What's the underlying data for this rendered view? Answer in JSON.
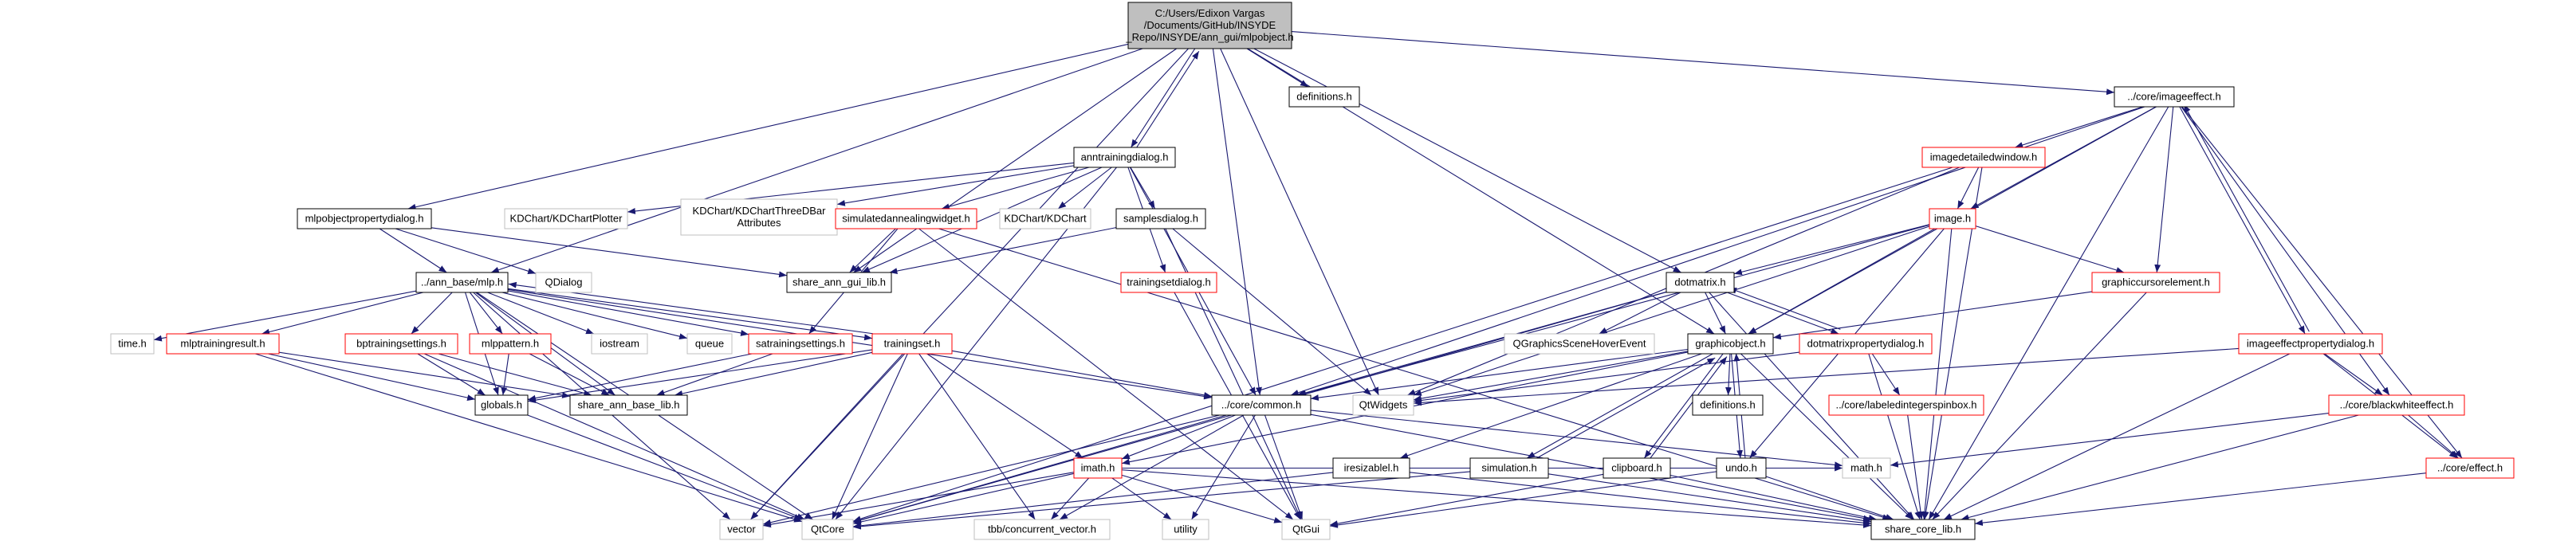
{
  "colors": {
    "edge": "#191970",
    "root_fill": "#bfbfbf",
    "box_black": "#000000",
    "box_red": "#ff0000",
    "box_grey": "#bfbfbf"
  },
  "nodes": [
    {
      "id": "mlpobject_h",
      "lines": [
        "C:/Users/Edixon Vargas",
        "/Documents/GitHub/INSYDE",
        "_Repo/INSYDE/ann_gui/mlpobject.h"
      ],
      "style": "root"
    },
    {
      "id": "definitions_top",
      "lines": [
        "definitions.h"
      ],
      "style": "black"
    },
    {
      "id": "core_imageeffect_h",
      "lines": [
        "../core/imageeffect.h"
      ],
      "style": "black"
    },
    {
      "id": "anntrainingdialog_h",
      "lines": [
        "anntrainingdialog.h"
      ],
      "style": "black"
    },
    {
      "id": "mlpobjectpropertydialog_h",
      "lines": [
        "mlpobjectpropertydialog.h"
      ],
      "style": "black"
    },
    {
      "id": "kdchart_plotter",
      "lines": [
        "KDChart/KDChartPlotter"
      ],
      "style": "grey"
    },
    {
      "id": "kdchart_threed",
      "lines": [
        "KDChart/KDChartThreeDBar",
        "Attributes"
      ],
      "style": "grey"
    },
    {
      "id": "simulatedannealingwidget_h",
      "lines": [
        "simulatedannealingwidget.h"
      ],
      "style": "red"
    },
    {
      "id": "kdchart",
      "lines": [
        "KDChart/KDChart"
      ],
      "style": "grey"
    },
    {
      "id": "samplesdialog_h",
      "lines": [
        "samplesdialog.h"
      ],
      "style": "black"
    },
    {
      "id": "imagedetailedwindow_h",
      "lines": [
        "imagedetailedwindow.h"
      ],
      "style": "red"
    },
    {
      "id": "image_h",
      "lines": [
        "image.h"
      ],
      "style": "red"
    },
    {
      "id": "share_ann_gui_lib_h",
      "lines": [
        "share_ann_gui_lib.h"
      ],
      "style": "black"
    },
    {
      "id": "ann_base_mlp_h",
      "lines": [
        "../ann_base/mlp.h"
      ],
      "style": "black"
    },
    {
      "id": "qdialog",
      "lines": [
        "QDialog"
      ],
      "style": "grey"
    },
    {
      "id": "trainingsetdialog_h",
      "lines": [
        "trainingsetdialog.h"
      ],
      "style": "red"
    },
    {
      "id": "graphiccursorelement_h",
      "lines": [
        "graphiccursorelement.h"
      ],
      "style": "red"
    },
    {
      "id": "dotmatrix_h",
      "lines": [
        "dotmatrix.h"
      ],
      "style": "black"
    },
    {
      "id": "imageeffectpropertydialog_h",
      "lines": [
        "imageeffectpropertydialog.h"
      ],
      "style": "red"
    },
    {
      "id": "time_h",
      "lines": [
        "time.h"
      ],
      "style": "grey"
    },
    {
      "id": "mlptrainingresult_h",
      "lines": [
        "mlptrainingresult.h"
      ],
      "style": "red"
    },
    {
      "id": "bptrainingsettings_h",
      "lines": [
        "bptrainingsettings.h"
      ],
      "style": "red"
    },
    {
      "id": "mlppattern_h",
      "lines": [
        "mlppattern.h"
      ],
      "style": "red"
    },
    {
      "id": "iostream",
      "lines": [
        "iostream"
      ],
      "style": "grey"
    },
    {
      "id": "queue",
      "lines": [
        "queue"
      ],
      "style": "grey"
    },
    {
      "id": "satrainingsettings_h",
      "lines": [
        "satrainingsettings.h"
      ],
      "style": "red"
    },
    {
      "id": "trainingset_h",
      "lines": [
        "trainingset.h"
      ],
      "style": "red"
    },
    {
      "id": "qgraphicsscenehoverevent",
      "lines": [
        "QGraphicsSceneHoverEvent"
      ],
      "style": "grey"
    },
    {
      "id": "graphicobject_h",
      "lines": [
        "graphicobject.h"
      ],
      "style": "black"
    },
    {
      "id": "dotmatrixpropertydialog_h",
      "lines": [
        "dotmatrixpropertydialog.h"
      ],
      "style": "red"
    },
    {
      "id": "globals_h",
      "lines": [
        "globals.h"
      ],
      "style": "black"
    },
    {
      "id": "share_ann_base_lib_h",
      "lines": [
        "share_ann_base_lib.h"
      ],
      "style": "black"
    },
    {
      "id": "core_common_h",
      "lines": [
        "../core/common.h"
      ],
      "style": "black"
    },
    {
      "id": "qtwidgets",
      "lines": [
        "QtWidgets"
      ],
      "style": "grey"
    },
    {
      "id": "definitions_mid",
      "lines": [
        "definitions.h"
      ],
      "style": "black"
    },
    {
      "id": "core_labeledintegerspinbox_h",
      "lines": [
        "../core/labeledintegerspinbox.h"
      ],
      "style": "red"
    },
    {
      "id": "core_blackwhiteeffect_h",
      "lines": [
        "../core/blackwhiteeffect.h"
      ],
      "style": "red"
    },
    {
      "id": "imath_h",
      "lines": [
        "imath.h"
      ],
      "style": "red"
    },
    {
      "id": "iresizablel_h",
      "lines": [
        "iresizablel.h"
      ],
      "style": "black"
    },
    {
      "id": "simulation_h",
      "lines": [
        "simulation.h"
      ],
      "style": "black"
    },
    {
      "id": "clipboard_h",
      "lines": [
        "clipboard.h"
      ],
      "style": "black"
    },
    {
      "id": "undo_h",
      "lines": [
        "undo.h"
      ],
      "style": "black"
    },
    {
      "id": "math_h",
      "lines": [
        "math.h"
      ],
      "style": "grey"
    },
    {
      "id": "core_effect_h",
      "lines": [
        "../core/effect.h"
      ],
      "style": "red"
    },
    {
      "id": "vector",
      "lines": [
        "vector"
      ],
      "style": "grey"
    },
    {
      "id": "qtcore",
      "lines": [
        "QtCore"
      ],
      "style": "grey"
    },
    {
      "id": "tbb_concurrent_vector_h",
      "lines": [
        "tbb/concurrent_vector.h"
      ],
      "style": "grey"
    },
    {
      "id": "utility",
      "lines": [
        "utility"
      ],
      "style": "grey"
    },
    {
      "id": "qtgui",
      "lines": [
        "QtGui"
      ],
      "style": "grey"
    },
    {
      "id": "share_core_lib_h",
      "lines": [
        "share_core_lib.h"
      ],
      "style": "black"
    }
  ],
  "edges": [
    [
      "mlpobject_h",
      "definitions_top"
    ],
    [
      "mlpobject_h",
      "core_imageeffect_h"
    ],
    [
      "mlpobject_h",
      "anntrainingdialog_h"
    ],
    [
      "mlpobject_h",
      "mlpobjectpropertydialog_h"
    ],
    [
      "mlpobject_h",
      "ann_base_mlp_h"
    ],
    [
      "mlpobject_h",
      "vector"
    ],
    [
      "mlpobject_h",
      "core_common_h"
    ],
    [
      "mlpobject_h",
      "qtwidgets"
    ],
    [
      "mlpobject_h",
      "graphicobject_h"
    ],
    [
      "mlpobject_h",
      "dotmatrix_h"
    ],
    [
      "mlpobject_h",
      "share_ann_gui_lib_h"
    ],
    [
      "anntrainingdialog_h",
      "mlpobject_h"
    ],
    [
      "anntrainingdialog_h",
      "kdchart_plotter"
    ],
    [
      "anntrainingdialog_h",
      "kdchart_threed"
    ],
    [
      "anntrainingdialog_h",
      "simulatedannealingwidget_h"
    ],
    [
      "anntrainingdialog_h",
      "kdchart"
    ],
    [
      "anntrainingdialog_h",
      "samplesdialog_h"
    ],
    [
      "anntrainingdialog_h",
      "trainingsetdialog_h"
    ],
    [
      "anntrainingdialog_h",
      "share_ann_gui_lib_h"
    ],
    [
      "anntrainingdialog_h",
      "core_common_h"
    ],
    [
      "anntrainingdialog_h",
      "qtcore"
    ],
    [
      "mlpobjectpropertydialog_h",
      "qdialog"
    ],
    [
      "mlpobjectpropertydialog_h",
      "share_ann_gui_lib_h"
    ],
    [
      "mlpobjectpropertydialog_h",
      "ann_base_mlp_h"
    ],
    [
      "simulatedannealingwidget_h",
      "share_ann_gui_lib_h"
    ],
    [
      "simulatedannealingwidget_h",
      "satrainingsettings_h"
    ],
    [
      "simulatedannealingwidget_h",
      "qtgui"
    ],
    [
      "simulatedannealingwidget_h",
      "share_core_lib_h"
    ],
    [
      "samplesdialog_h",
      "share_ann_gui_lib_h"
    ],
    [
      "samplesdialog_h",
      "qtwidgets"
    ],
    [
      "samplesdialog_h",
      "qtgui"
    ],
    [
      "trainingsetdialog_h",
      "qtgui"
    ],
    [
      "ann_base_mlp_h",
      "time_h"
    ],
    [
      "ann_base_mlp_h",
      "mlptrainingresult_h"
    ],
    [
      "ann_base_mlp_h",
      "bptrainingsettings_h"
    ],
    [
      "ann_base_mlp_h",
      "mlppattern_h"
    ],
    [
      "ann_base_mlp_h",
      "iostream"
    ],
    [
      "ann_base_mlp_h",
      "queue"
    ],
    [
      "ann_base_mlp_h",
      "satrainingsettings_h"
    ],
    [
      "ann_base_mlp_h",
      "trainingset_h"
    ],
    [
      "ann_base_mlp_h",
      "globals_h"
    ],
    [
      "ann_base_mlp_h",
      "share_ann_base_lib_h"
    ],
    [
      "ann_base_mlp_h",
      "vector"
    ],
    [
      "ann_base_mlp_h",
      "qtcore"
    ],
    [
      "ann_base_mlp_h",
      "core_common_h"
    ],
    [
      "mlptrainingresult_h",
      "globals_h"
    ],
    [
      "mlptrainingresult_h",
      "share_ann_base_lib_h"
    ],
    [
      "mlptrainingresult_h",
      "qtcore"
    ],
    [
      "bptrainingsettings_h",
      "globals_h"
    ],
    [
      "bptrainingsettings_h",
      "share_ann_base_lib_h"
    ],
    [
      "bptrainingsettings_h",
      "qtcore"
    ],
    [
      "mlppattern_h",
      "globals_h"
    ],
    [
      "mlppattern_h",
      "share_ann_base_lib_h"
    ],
    [
      "satrainingsettings_h",
      "globals_h"
    ],
    [
      "satrainingsettings_h",
      "share_ann_base_lib_h"
    ],
    [
      "trainingset_h",
      "ann_base_mlp_h"
    ],
    [
      "trainingset_h",
      "globals_h"
    ],
    [
      "trainingset_h",
      "share_ann_base_lib_h"
    ],
    [
      "trainingset_h",
      "core_common_h"
    ],
    [
      "trainingset_h",
      "imath_h"
    ],
    [
      "trainingset_h",
      "vector"
    ],
    [
      "trainingset_h",
      "qtcore"
    ],
    [
      "trainingset_h",
      "tbb_concurrent_vector_h"
    ],
    [
      "globals_h",
      "qtcore"
    ],
    [
      "core_imageeffect_h",
      "imagedetailedwindow_h"
    ],
    [
      "core_imageeffect_h",
      "image_h"
    ],
    [
      "core_imageeffect_h",
      "graphiccursorelement_h"
    ],
    [
      "core_imageeffect_h",
      "imageeffectpropertydialog_h"
    ],
    [
      "core_imageeffect_h",
      "core_blackwhiteeffect_h"
    ],
    [
      "core_imageeffect_h",
      "core_effect_h"
    ],
    [
      "core_imageeffect_h",
      "share_core_lib_h"
    ],
    [
      "core_imageeffect_h",
      "core_common_h"
    ],
    [
      "core_imageeffect_h",
      "graphicobject_h"
    ],
    [
      "imagedetailedwindow_h",
      "image_h"
    ],
    [
      "imagedetailedwindow_h",
      "qtcore"
    ],
    [
      "imagedetailedwindow_h",
      "share_core_lib_h"
    ],
    [
      "imagedetailedwindow_h",
      "qtwidgets"
    ],
    [
      "image_h",
      "graphiccursorelement_h"
    ],
    [
      "image_h",
      "dotmatrix_h"
    ],
    [
      "image_h",
      "graphicobject_h"
    ],
    [
      "image_h",
      "core_common_h"
    ],
    [
      "image_h",
      "qtwidgets"
    ],
    [
      "image_h",
      "share_core_lib_h"
    ],
    [
      "image_h",
      "undo_h"
    ],
    [
      "graphiccursorelement_h",
      "graphicobject_h"
    ],
    [
      "graphiccursorelement_h",
      "share_core_lib_h"
    ],
    [
      "imageeffectpropertydialog_h",
      "core_imageeffect_h"
    ],
    [
      "imageeffectpropertydialog_h",
      "core_blackwhiteeffect_h"
    ],
    [
      "imageeffectpropertydialog_h",
      "core_effect_h"
    ],
    [
      "imageeffectpropertydialog_h",
      "qtwidgets"
    ],
    [
      "imageeffectpropertydialog_h",
      "share_core_lib_h"
    ],
    [
      "dotmatrix_h",
      "qgraphicsscenehoverevent"
    ],
    [
      "dotmatrix_h",
      "graphicobject_h"
    ],
    [
      "dotmatrix_h",
      "dotmatrixpropertydialog_h"
    ],
    [
      "dotmatrix_h",
      "core_common_h"
    ],
    [
      "dotmatrix_h",
      "qtcore"
    ],
    [
      "dotmatrix_h",
      "share_core_lib_h"
    ],
    [
      "dotmatrixpropertydialog_h",
      "dotmatrix_h"
    ],
    [
      "dotmatrixpropertydialog_h",
      "core_labeledintegerspinbox_h"
    ],
    [
      "dotmatrixpropertydialog_h",
      "qtwidgets"
    ],
    [
      "dotmatrixpropertydialog_h",
      "share_core_lib_h"
    ],
    [
      "graphicobject_h",
      "definitions_mid"
    ],
    [
      "graphicobject_h",
      "core_common_h"
    ],
    [
      "graphicobject_h",
      "qtwidgets"
    ],
    [
      "graphicobject_h",
      "iresizablel_h"
    ],
    [
      "graphicobject_h",
      "simulation_h"
    ],
    [
      "graphicobject_h",
      "clipboard_h"
    ],
    [
      "graphicobject_h",
      "undo_h"
    ],
    [
      "graphicobject_h",
      "share_core_lib_h"
    ],
    [
      "graphicobject_h",
      "imath_h"
    ],
    [
      "simulation_h",
      "graphicobject_h"
    ],
    [
      "simulation_h",
      "qtcore"
    ],
    [
      "simulation_h",
      "share_core_lib_h"
    ],
    [
      "clipboard_h",
      "graphicobject_h"
    ],
    [
      "clipboard_h",
      "qtgui"
    ],
    [
      "clipboard_h",
      "share_core_lib_h"
    ],
    [
      "undo_h",
      "graphicobject_h"
    ],
    [
      "undo_h",
      "qtgui"
    ],
    [
      "undo_h",
      "share_core_lib_h"
    ],
    [
      "iresizablel_h",
      "qtcore"
    ],
    [
      "iresizablel_h",
      "share_core_lib_h"
    ],
    [
      "core_labeledintegerspinbox_h",
      "share_core_lib_h"
    ],
    [
      "core_common_h",
      "vector"
    ],
    [
      "core_common_h",
      "qtcore"
    ],
    [
      "core_common_h",
      "imath_h"
    ],
    [
      "core_common_h",
      "math_h"
    ],
    [
      "core_common_h",
      "utility"
    ],
    [
      "core_common_h",
      "tbb_concurrent_vector_h"
    ],
    [
      "core_common_h",
      "qtgui"
    ],
    [
      "core_common_h",
      "share_core_lib_h"
    ],
    [
      "imath_h",
      "vector"
    ],
    [
      "imath_h",
      "qtcore"
    ],
    [
      "imath_h",
      "tbb_concurrent_vector_h"
    ],
    [
      "imath_h",
      "utility"
    ],
    [
      "imath_h",
      "qtgui"
    ],
    [
      "imath_h",
      "math_h"
    ],
    [
      "imath_h",
      "share_core_lib_h"
    ],
    [
      "core_blackwhiteeffect_h",
      "core_effect_h"
    ],
    [
      "core_blackwhiteeffect_h",
      "math_h"
    ],
    [
      "core_blackwhiteeffect_h",
      "share_core_lib_h"
    ],
    [
      "core_effect_h",
      "share_core_lib_h"
    ]
  ]
}
